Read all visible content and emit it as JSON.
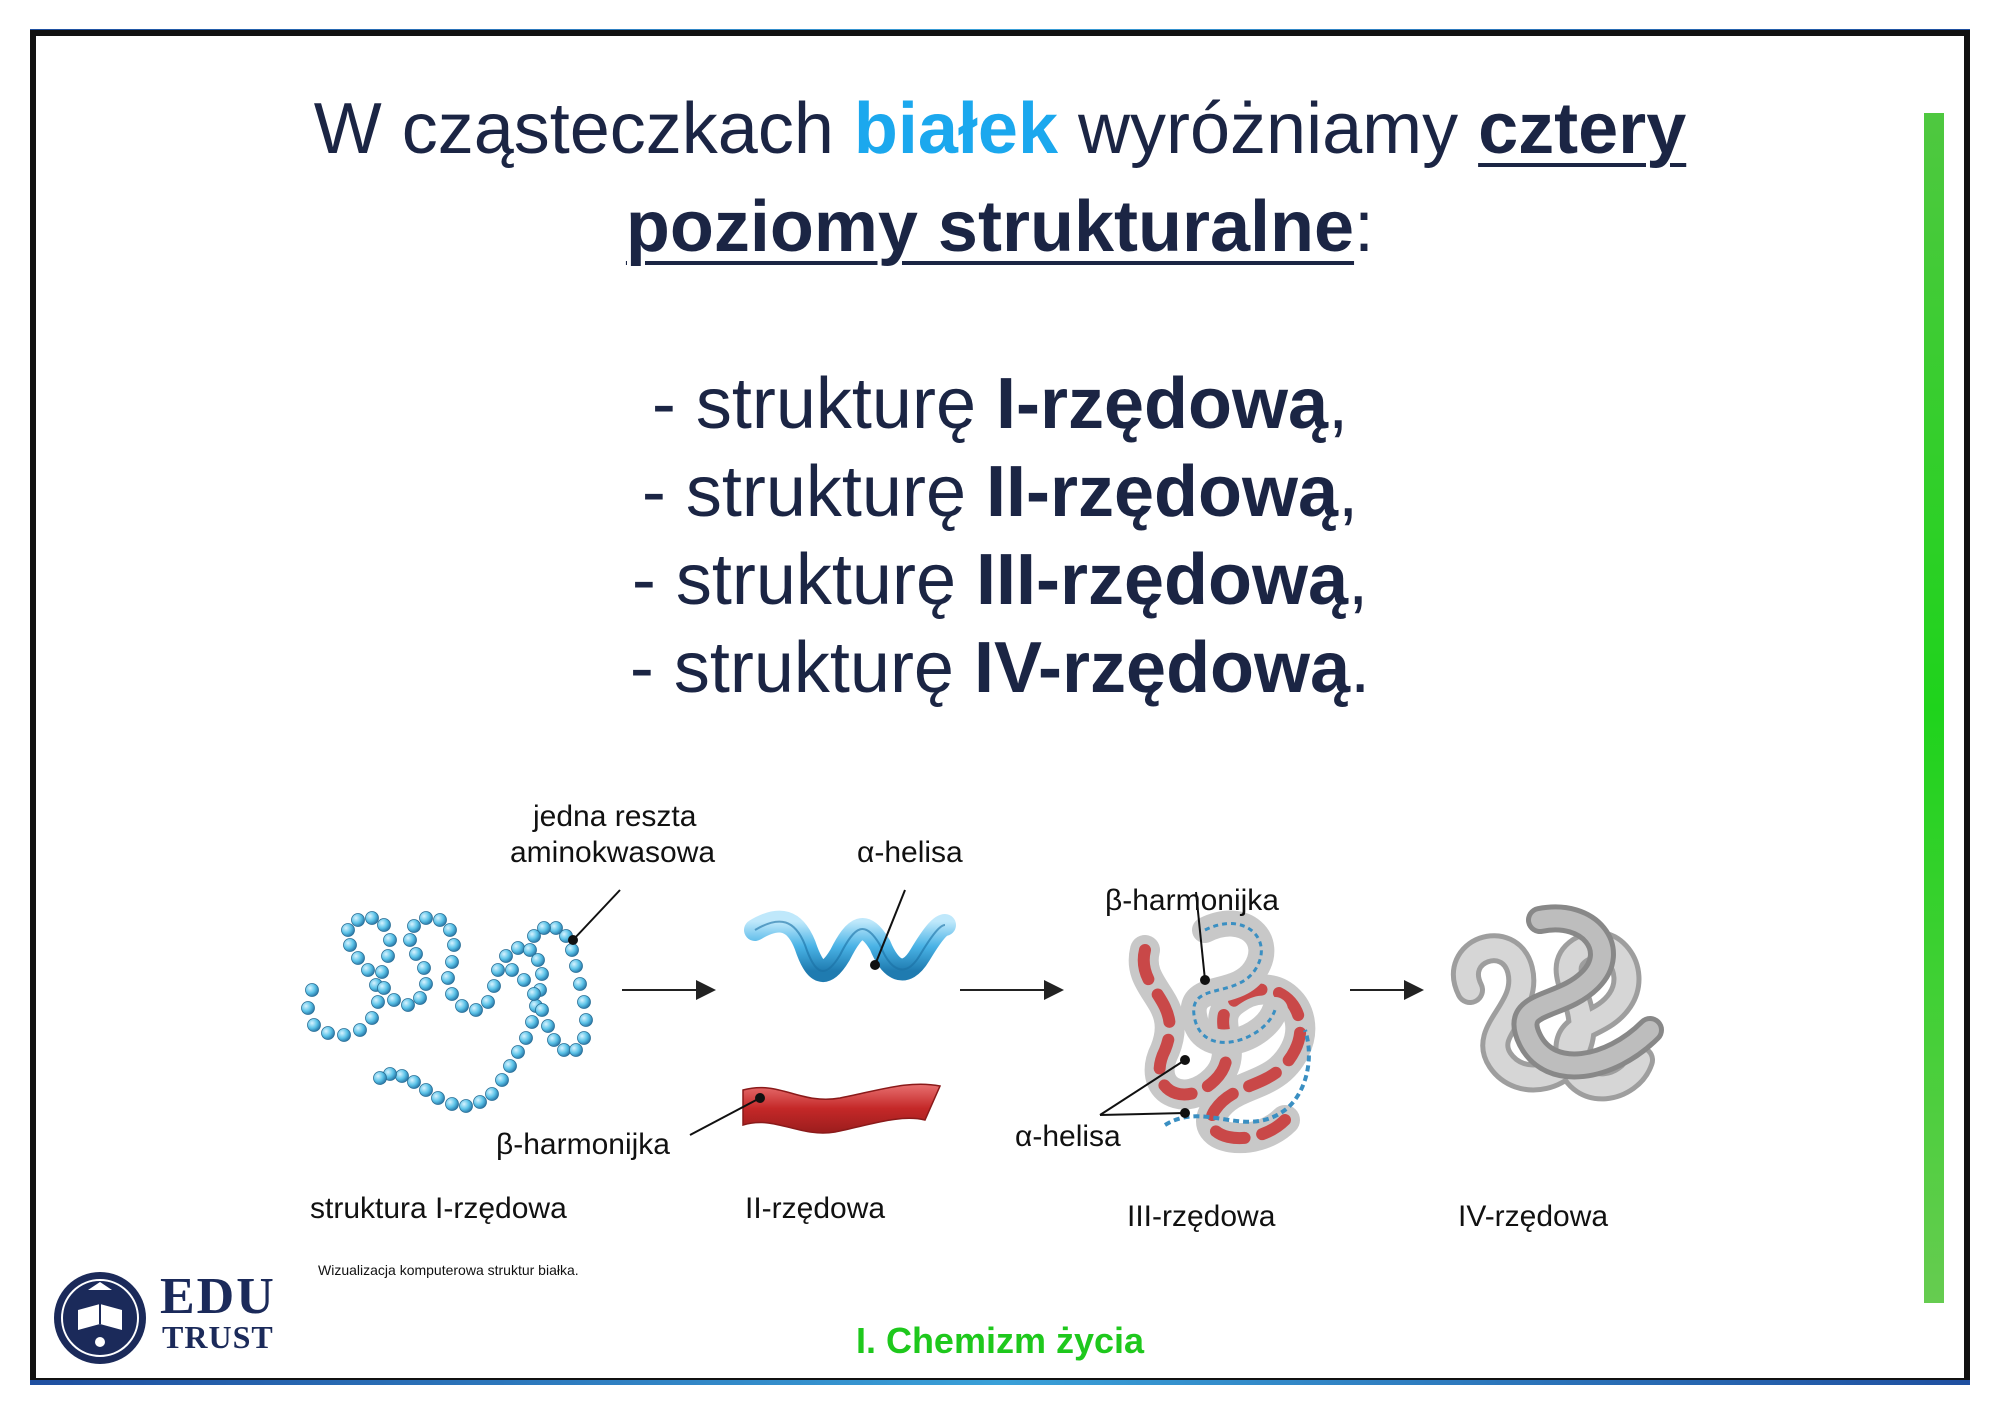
{
  "slide": {
    "title": {
      "part1": "W cząsteczkach ",
      "highlight": "białek",
      "part2": " wyróżniamy ",
      "underline1": "cztery",
      "underline2": "poziomy strukturalne",
      "colon": ":"
    },
    "list": [
      {
        "prefix": "- strukturę ",
        "bold": "I-rzędową",
        "suffix": ","
      },
      {
        "prefix": "- strukturę ",
        "bold": "II-rzędową",
        "suffix": ","
      },
      {
        "prefix": "- strukturę ",
        "bold": "III-rzędową",
        "suffix": ","
      },
      {
        "prefix": "- strukturę ",
        "bold": "IV-rzędową",
        "suffix": "."
      }
    ]
  },
  "diagram": {
    "labels": {
      "residue_line1": "jedna reszta",
      "residue_line2": "aminokwasowa",
      "alpha_helix_top": "α-helisa",
      "beta_sheet_left": "β-harmonijka",
      "beta_sheet_tertiary": "β-harmonijka",
      "alpha_helix_tertiary": "α-helisa"
    },
    "captions": {
      "primary": "struktura I-rzędowa",
      "secondary": "II-rzędowa",
      "tertiary": "III-rzędowa",
      "quaternary": "IV-rzędowa"
    },
    "source": "Wizualizacja komputerowa struktur białka."
  },
  "footer": "I. Chemizm życia",
  "logo": {
    "line1": "EDU",
    "line2": "TRUST"
  },
  "colors": {
    "text": "#1b2544",
    "highlight": "#1ba8ee",
    "footer_green": "#1ec81c",
    "accent_bar": "#1fd31c",
    "bead": "#5bc3e8",
    "helix": "#4ab3e6",
    "sheet": "#d23a3a",
    "quaternary": "#b8b8b8"
  }
}
